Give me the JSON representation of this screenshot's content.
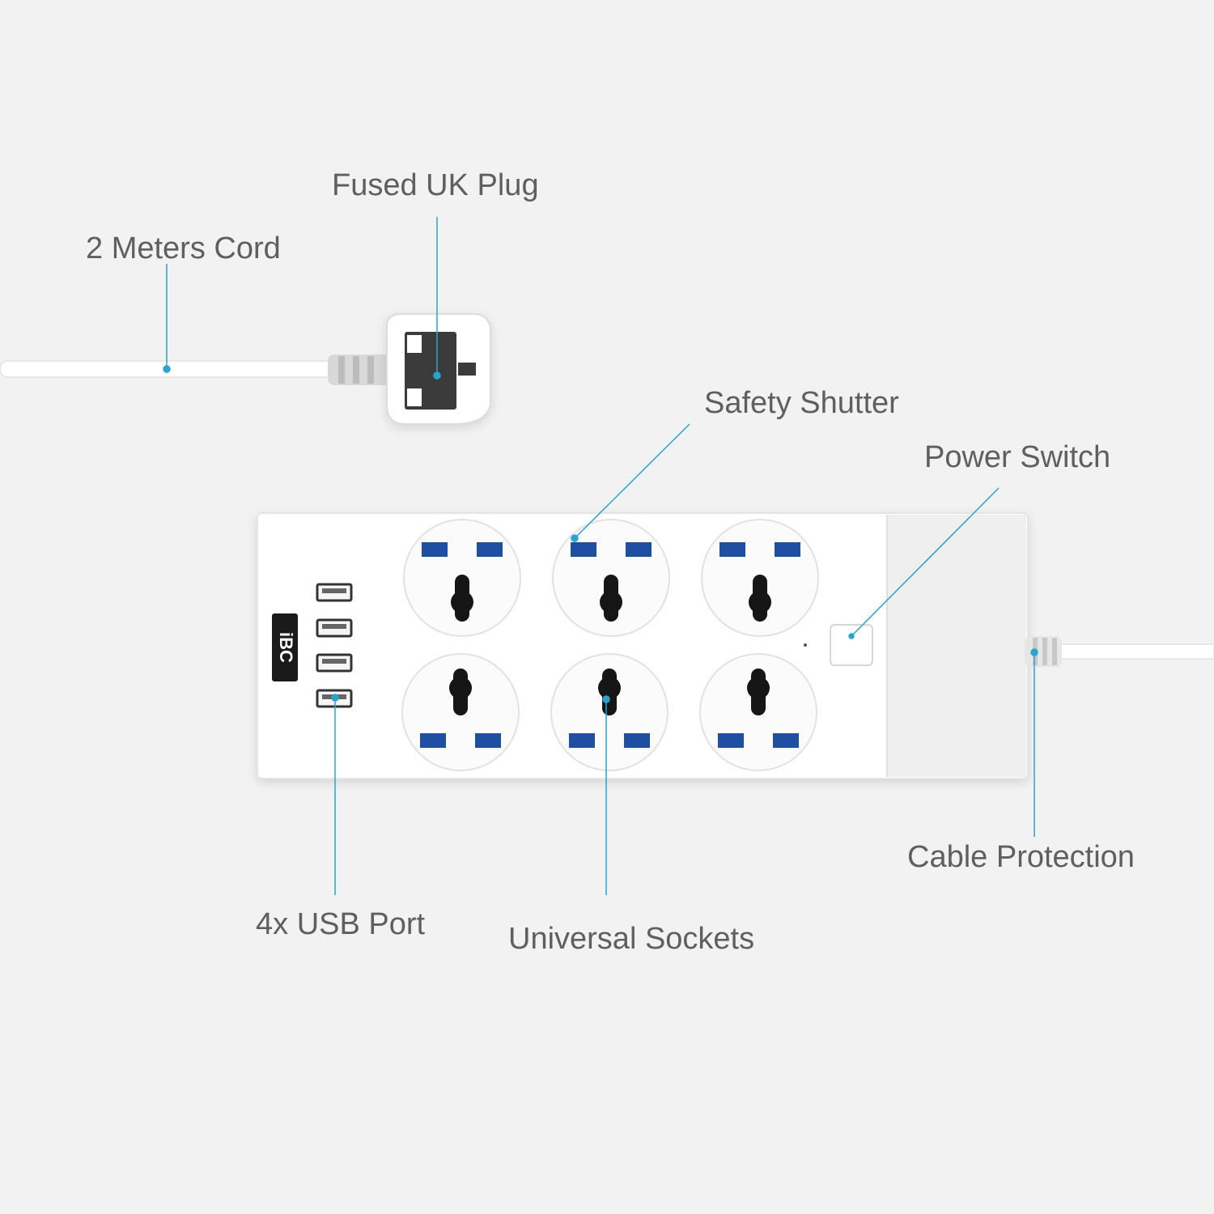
{
  "callouts": {
    "cord": "2 Meters Cord",
    "plug": "Fused UK Plug",
    "shutter": "Safety Shutter",
    "switch": "Power Switch",
    "cable": "Cable Protection",
    "usb": "4x USB Port",
    "sockets": "Universal Sockets"
  },
  "brand": "iBC",
  "colors": {
    "background": "#f2f2f2",
    "callout_line": "#2aa3cf",
    "shutter_blue": "#1f4fa3",
    "body": "#ffffff",
    "label_text": "#5f5f5f"
  }
}
